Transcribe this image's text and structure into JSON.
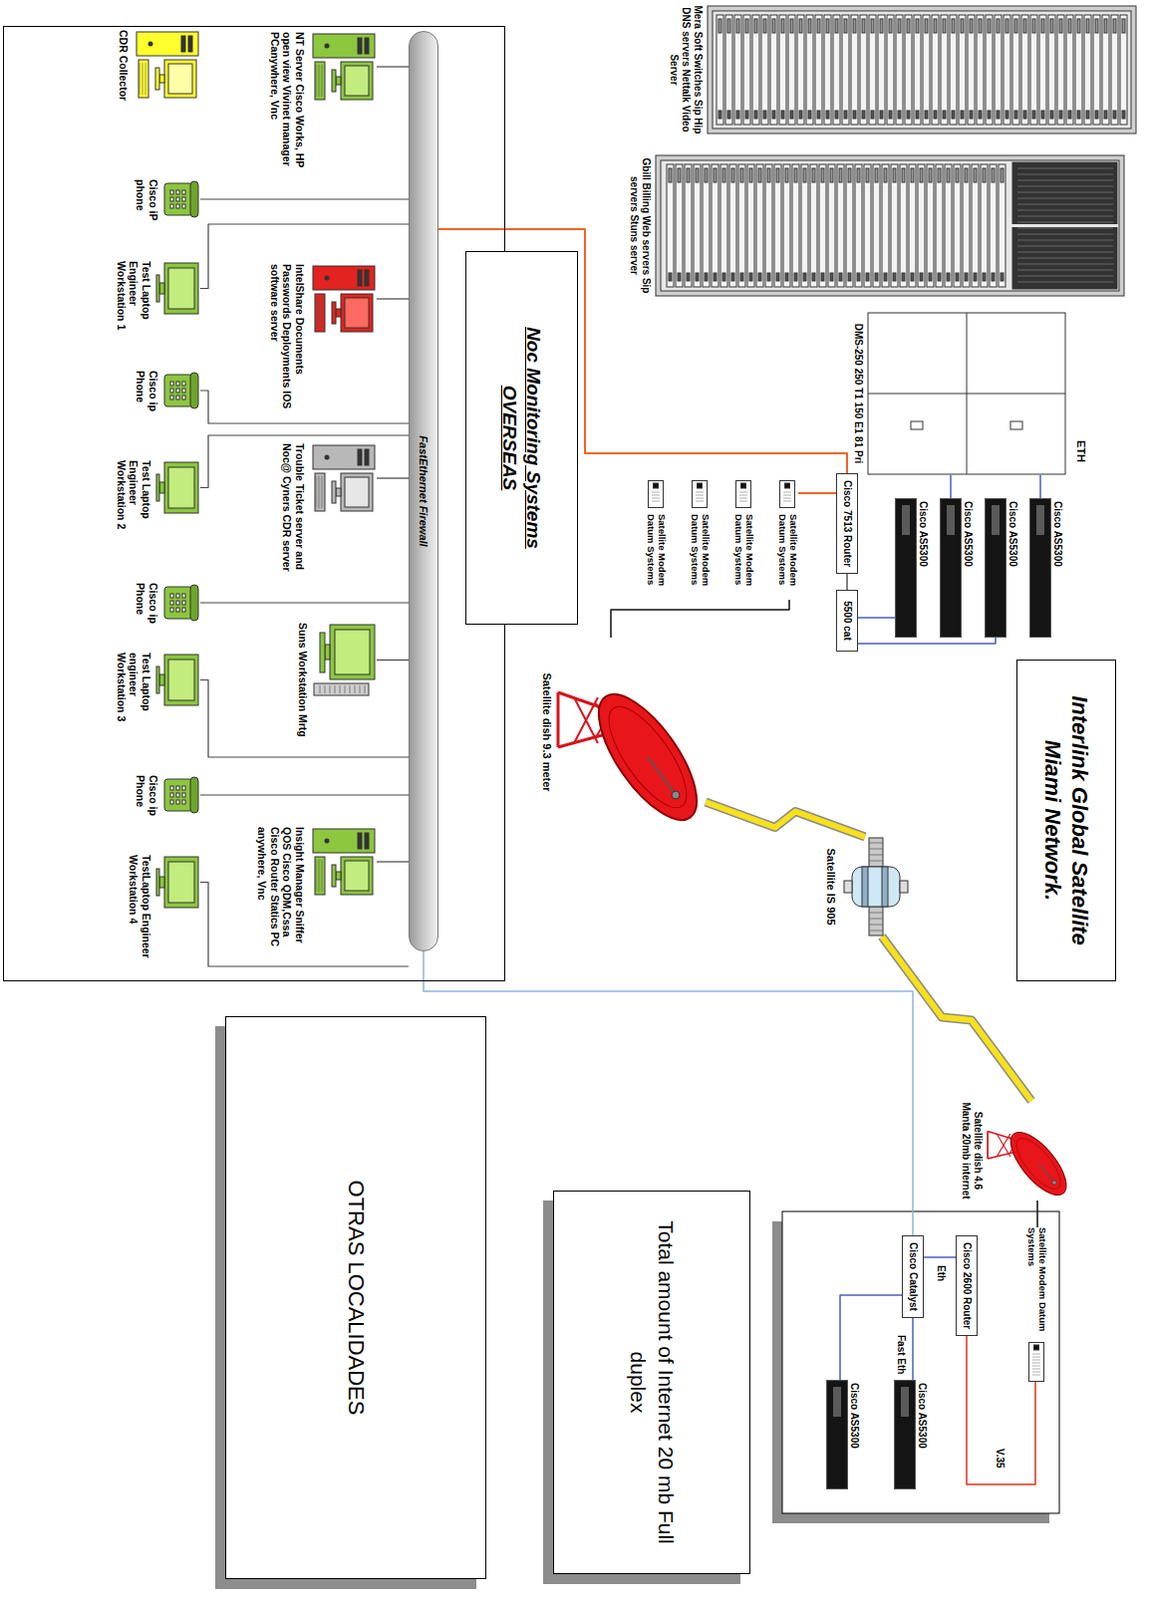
{
  "diagram": {
    "title": "Interlink Global Satellite Miami Network.",
    "nodes": [
      {
        "text": [
          "Mera Soft Switches Sip Hip DNS servers Nettalk Video Server"
        ]
      },
      {
        "text": [
          "Gbill Billing Web servers Sip servers Stuns server"
        ]
      },
      {
        "text": [
          "DMS-250 250 T1 150 E1 81 Pri"
        ]
      },
      {
        "text": [
          "Cisco AS5300"
        ]
      },
      {
        "text": [
          "Cisco AS5300"
        ]
      },
      {
        "text": [
          "Cisco AS5300"
        ]
      },
      {
        "text": [
          "Cisco AS5300"
        ]
      },
      {
        "text": [
          "Cisco 7513 Router"
        ]
      },
      {
        "text": [
          "5500 cat"
        ]
      },
      {
        "text": [
          "Satellite Modem Datum Systems"
        ]
      },
      {
        "text": [
          "Satellite Modem Datum Systems"
        ]
      },
      {
        "text": [
          "Satellite Modem Datum Systems"
        ]
      },
      {
        "text": [
          "Satellite Modem Datum Systems"
        ]
      },
      {
        "text": [
          "Noc Monitoring Systems OVERSEAS"
        ]
      },
      {
        "text": [
          "Satellite dish 9.3 meter"
        ]
      },
      {
        "text": [
          "Satellite IS 905"
        ]
      },
      {
        "text": [
          "Satellite dish 4.6 Manta 20mb internet"
        ]
      },
      {
        "text": [
          "Satellite Modem Datum Systems"
        ]
      },
      {
        "text": [
          "Cisco 2600 Router"
        ]
      },
      {
        "text": [
          "Cisco Catalyst"
        ]
      },
      {
        "text": [
          "Cisco AS5300"
        ]
      },
      {
        "text": [
          "Cisco AS5300"
        ]
      },
      {
        "text": [
          "Total amount of Internet 20 mb Full duplex"
        ]
      },
      {
        "text": [
          "FastEthernet Firewall"
        ],
        "in": 13
      },
      {
        "text": [
          "NT Server Cisco Works, HP open view Vivinet manager PCanywhere, Vnc"
        ],
        "in": 13
      },
      {
        "text": [
          "IntelShare Documents Passwords Deployments IOS software server"
        ],
        "in": 13
      },
      {
        "text": [
          "Trouble Ticket server and Noc@ Cyners CDR server"
        ],
        "in": 13
      },
      {
        "text": [
          "Suns Workstation Mrtg"
        ],
        "in": 13
      },
      {
        "text": [
          "Insight Manager Sniffer QOS Cisco QDM,Cssa Cisco Router Statics PC anywhere, Vnc"
        ],
        "in": 13
      },
      {
        "text": [
          "CDR Collector"
        ],
        "in": 13
      },
      {
        "text": [
          "Cisco iP phone"
        ],
        "in": 13
      },
      {
        "text": [
          "Test Laptop Engineer Workstation 1"
        ],
        "in": 13
      },
      {
        "text": [
          "Cisco ip Phone"
        ],
        "in": 13
      },
      {
        "text": [
          "Test Laptop Engineer Workstation 2"
        ],
        "in": 13
      },
      {
        "text": [
          "Cisco ip Phone"
        ],
        "in": 13
      },
      {
        "text": [
          "Test Laptop engineer Workstation 3"
        ],
        "in": 13
      },
      {
        "text": [
          "Cisco ip Phone"
        ],
        "in": 13
      },
      {
        "text": [
          "TestLaptop Engineer Workstation 4"
        ],
        "in": 13
      },
      {
        "text": [
          "OTRAS LOCALIDADES"
        ]
      }
    ],
    "edges": [
      {
        "from": 2,
        "to": 3,
        "arrow": "none"
      },
      {
        "from": 2,
        "to": 5,
        "arrow": "none"
      },
      {
        "from": 4,
        "to": 8,
        "arrow": "none"
      },
      {
        "from": 6,
        "to": 8,
        "arrow": "none"
      },
      {
        "from": 7,
        "to": 8,
        "arrow": "none"
      },
      {
        "from": 23,
        "to": 7,
        "arrow": "none"
      },
      {
        "from": 7,
        "to": 9,
        "arrow": "none"
      },
      {
        "from": 9,
        "to": 14,
        "arrow": "none"
      },
      {
        "from": 14,
        "to": 15,
        "arrow": "none"
      },
      {
        "from": 15,
        "to": 16,
        "arrow": "none"
      },
      {
        "from": 16,
        "to": 17,
        "arrow": "none"
      },
      {
        "from": 17,
        "to": 18,
        "label": "V.35",
        "arrow": "none"
      },
      {
        "from": 18,
        "to": 19,
        "label": "Eth",
        "arrow": "none"
      },
      {
        "from": 19,
        "to": 20,
        "label": "Fast Eth",
        "arrow": "none"
      },
      {
        "from": 19,
        "to": 21,
        "arrow": "none"
      },
      {
        "from": 23,
        "to": 19,
        "arrow": "none"
      },
      {
        "from": 23,
        "to": 24,
        "arrow": "none"
      },
      {
        "from": 23,
        "to": 25,
        "arrow": "none"
      },
      {
        "from": 23,
        "to": 26,
        "arrow": "none"
      },
      {
        "from": 23,
        "to": 27,
        "arrow": "none"
      },
      {
        "from": 23,
        "to": 28,
        "arrow": "none"
      },
      {
        "from": 23,
        "to": 30,
        "arrow": "none"
      },
      {
        "from": 23,
        "to": 31,
        "arrow": "none"
      },
      {
        "from": 23,
        "to": 32,
        "arrow": "none"
      },
      {
        "from": 23,
        "to": 33,
        "arrow": "none"
      },
      {
        "from": 23,
        "to": 34,
        "arrow": "none"
      },
      {
        "from": 23,
        "to": 35,
        "arrow": "none"
      },
      {
        "from": 23,
        "to": 36,
        "arrow": "none"
      },
      {
        "from": 23,
        "to": 37,
        "arrow": "none"
      }
    ],
    "labels": [
      "ETH"
    ]
  }
}
